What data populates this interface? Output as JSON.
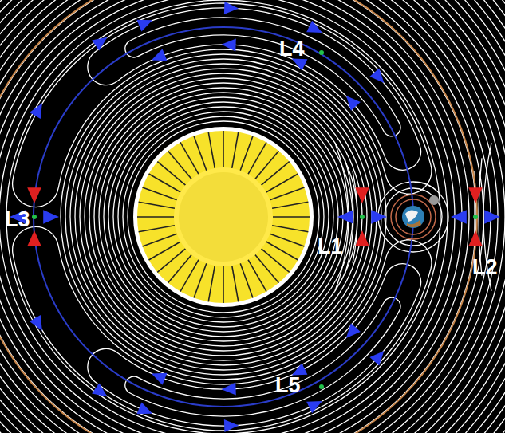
{
  "diagram": {
    "labels": [
      "L4",
      "L3",
      "L1",
      "L2",
      "L5"
    ]
  }
}
